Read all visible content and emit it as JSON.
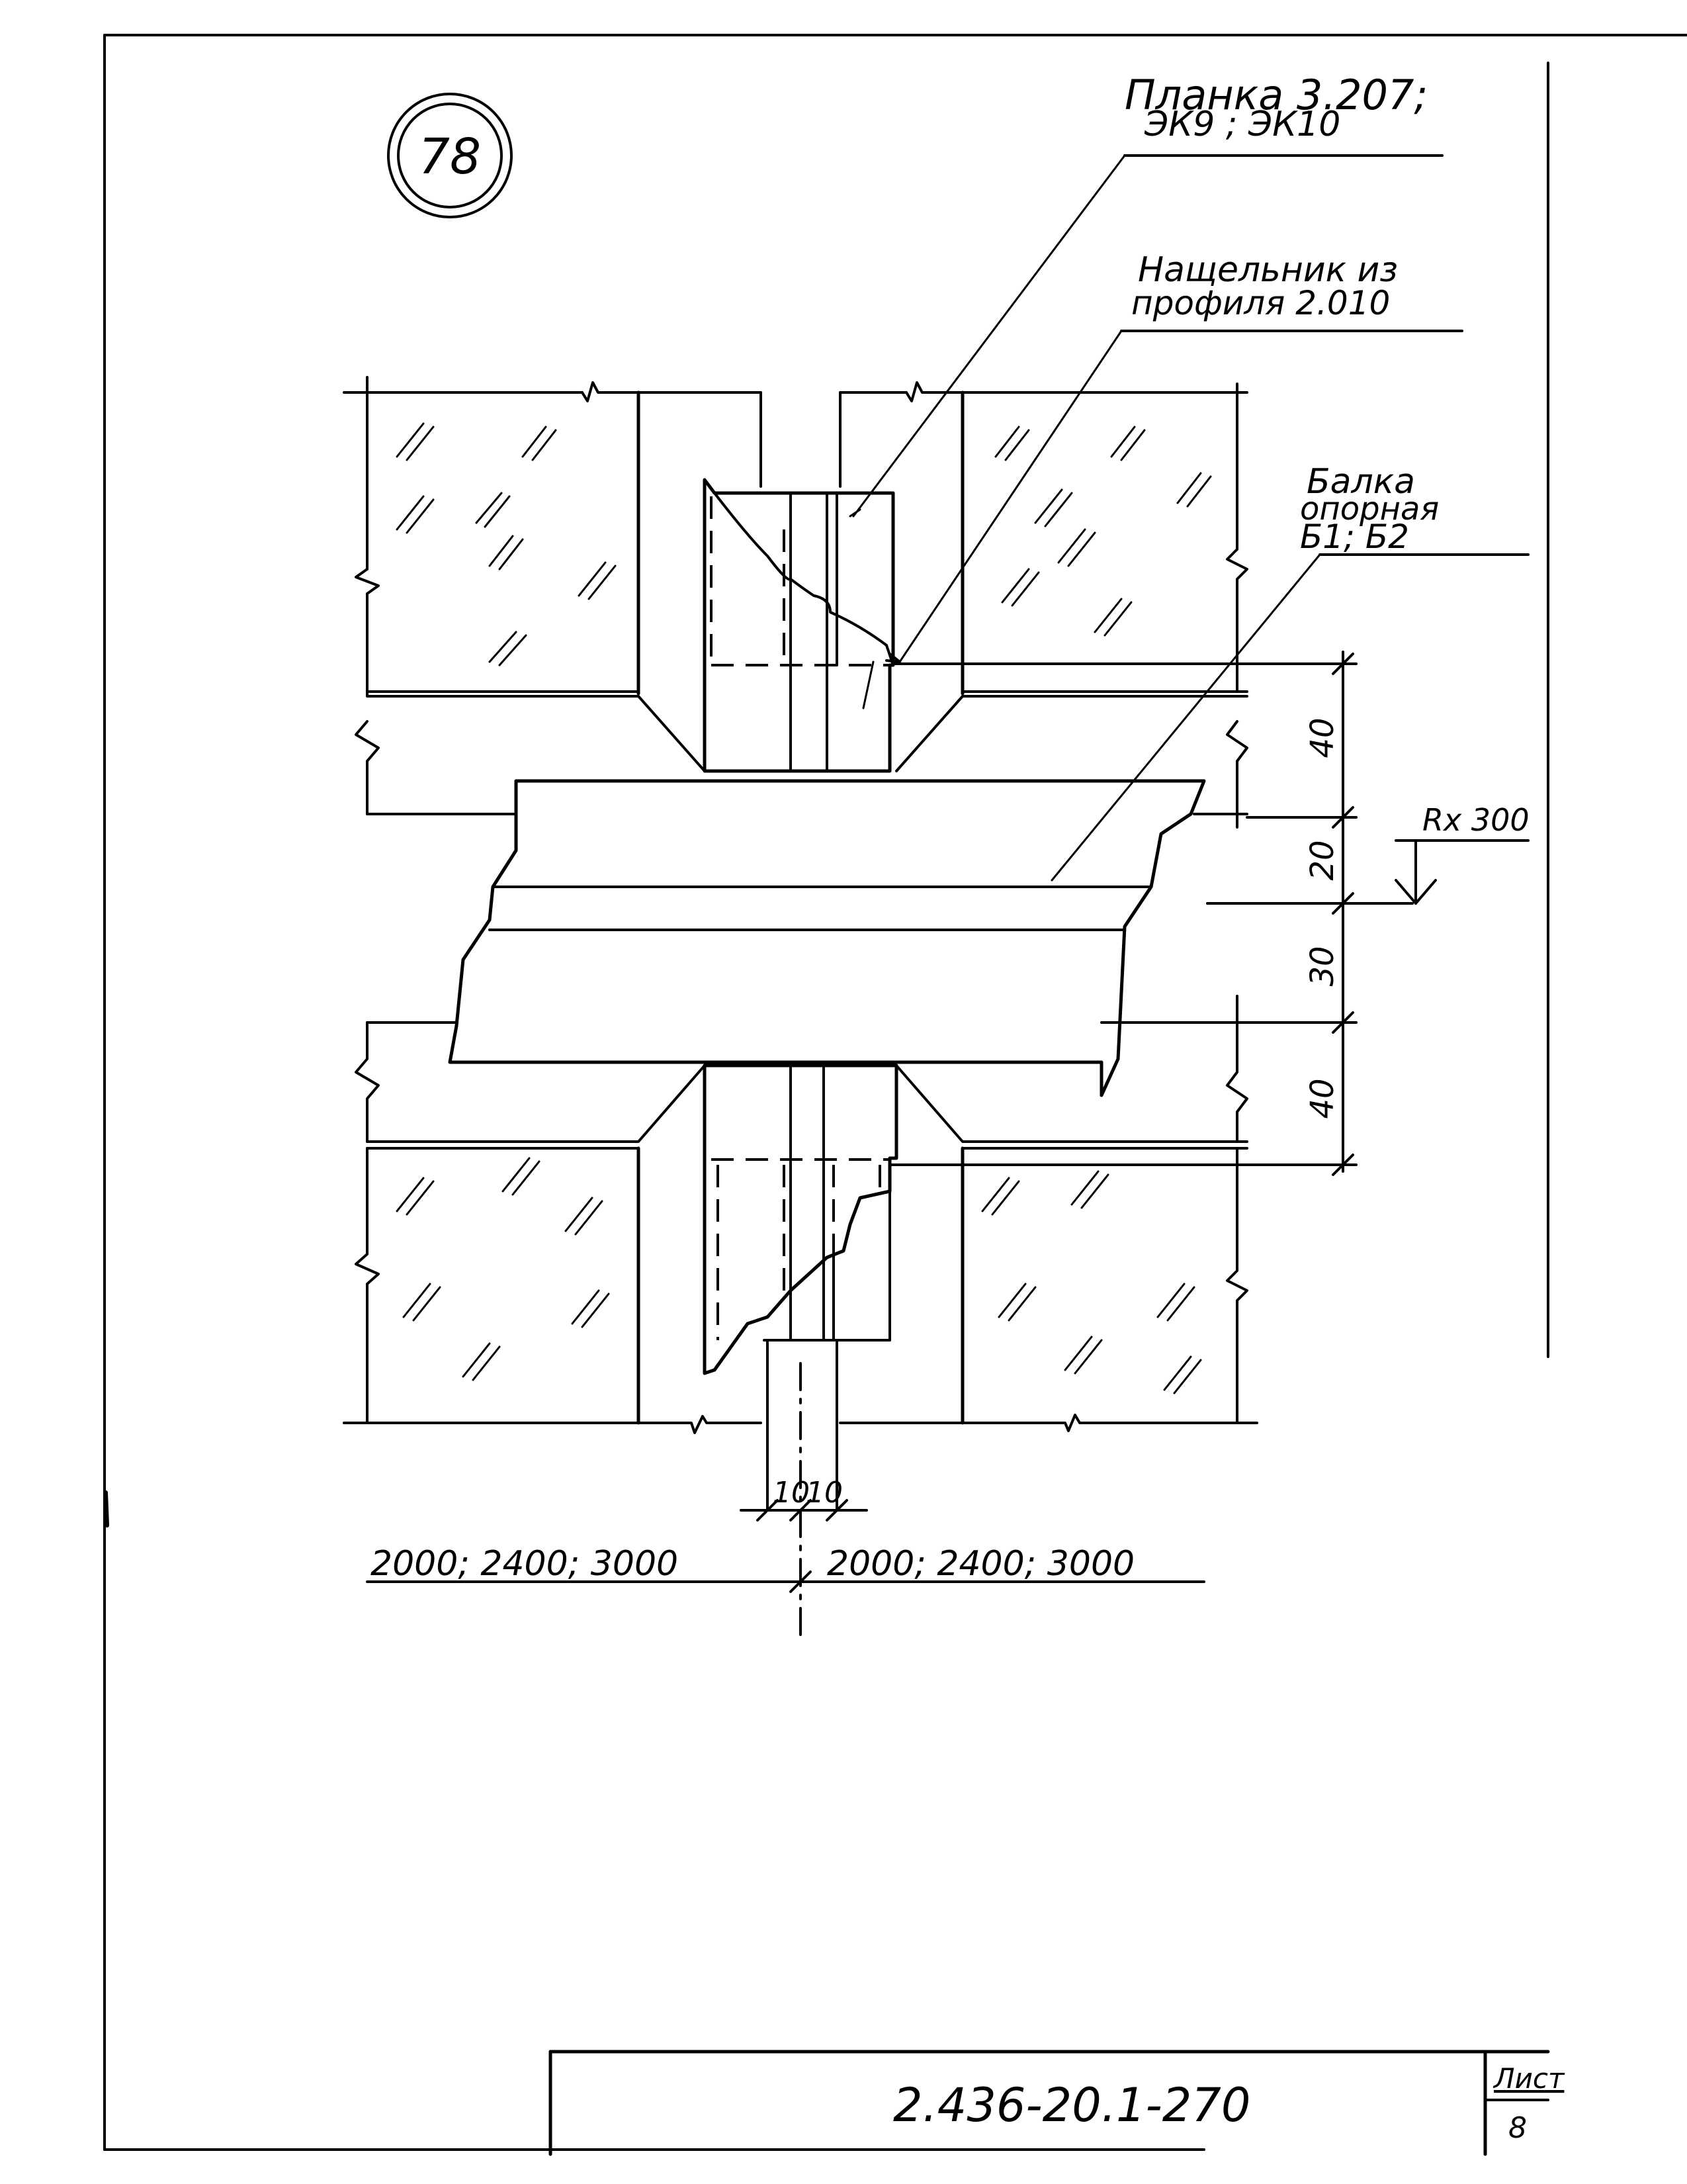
{
  "drawing": {
    "detail_number": "78",
    "callouts": {
      "plank": {
        "line1": "Планка 3.207;",
        "line2": "ЭК9 ; ЭК10"
      },
      "trim": {
        "line1": "Нащельник из",
        "line2": "профиля 2.010"
      },
      "beam": {
        "line1": "Балка",
        "line2": "опорная",
        "line3": "Б1; Б2"
      }
    },
    "dimensions": {
      "right_top": "40",
      "right_upper_mid": "20",
      "right_lower_mid": "30",
      "right_bottom": "40",
      "level_mark": "Rx 300",
      "bottom_gap_left": "10",
      "bottom_gap_right": "10",
      "span_left": "2000;  2400;  3000",
      "span_right": "2000; 2400; 3000"
    }
  },
  "title_block": {
    "document_code": "2.436-20.1-270",
    "sheet_label": "Лист",
    "sheet_number": "8"
  },
  "colors": {
    "ink": "#000000",
    "paper": "#ffffff"
  }
}
